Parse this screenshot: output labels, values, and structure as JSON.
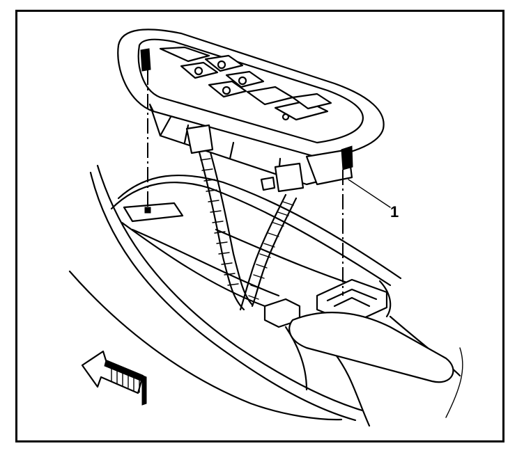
{
  "diagram": {
    "callouts": [
      {
        "id": "1",
        "label": "1"
      }
    ],
    "arrow": "direction-arrow-forward",
    "colors": {
      "ink": "#000000",
      "paper": "#ffffff"
    }
  }
}
